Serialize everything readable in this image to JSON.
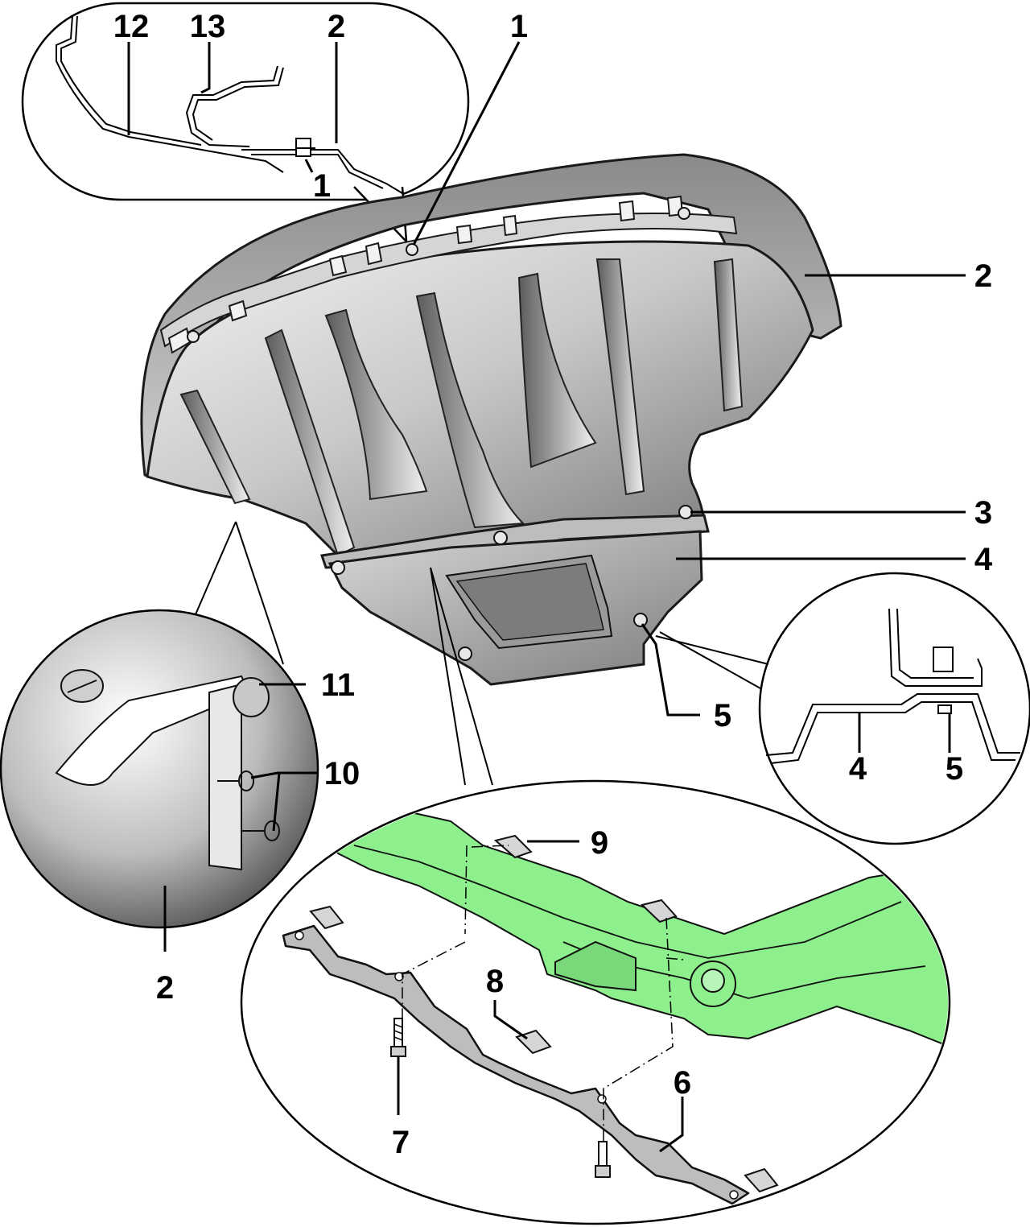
{
  "callouts": [
    {
      "id": "c-1-top",
      "text": "1"
    },
    {
      "id": "c-2-inset",
      "text": "2"
    },
    {
      "id": "c-12",
      "text": "12"
    },
    {
      "id": "c-13",
      "text": "13"
    },
    {
      "id": "c-1-inset",
      "text": "1"
    },
    {
      "id": "c-2-right",
      "text": "2"
    },
    {
      "id": "c-3",
      "text": "3"
    },
    {
      "id": "c-4",
      "text": "4"
    },
    {
      "id": "c-5",
      "text": "5"
    },
    {
      "id": "c-4-inset",
      "text": "4"
    },
    {
      "id": "c-5-inset",
      "text": "5"
    },
    {
      "id": "c-11",
      "text": "11"
    },
    {
      "id": "c-10",
      "text": "10"
    },
    {
      "id": "c-2-left",
      "text": "2"
    },
    {
      "id": "c-9",
      "text": "9"
    },
    {
      "id": "c-8",
      "text": "8"
    },
    {
      "id": "c-7",
      "text": "7"
    },
    {
      "id": "c-6",
      "text": "6"
    }
  ],
  "colors": {
    "subframe": "#8df08d",
    "shield_light": "#e6e6e6",
    "shield_dark": "#7a7a7a",
    "outline": "#111111"
  }
}
